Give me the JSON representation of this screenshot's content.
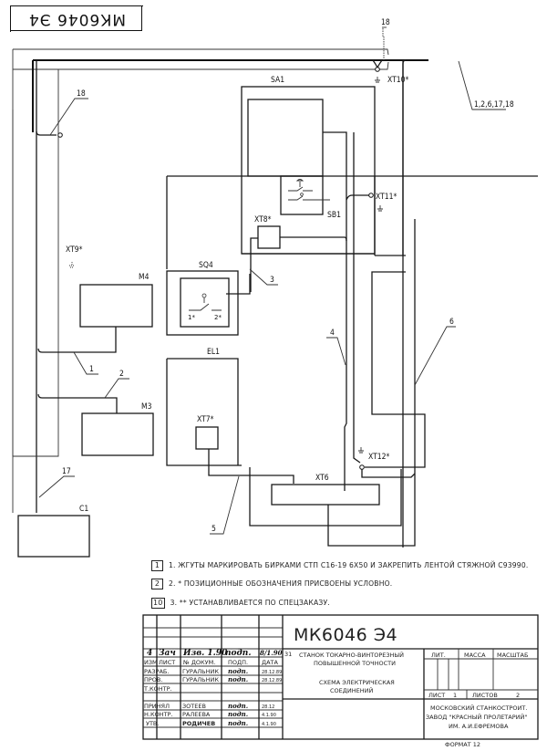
{
  "stamp": {
    "text": "МК6046  Э4",
    "orientation": "upside-down"
  },
  "components": {
    "SA1": "SA1",
    "SB1": "SB1",
    "SQ4": "SQ4",
    "M4": "M4",
    "M3": "M3",
    "EL1": "EL1",
    "C1": "C1",
    "XT6": "XT6",
    "XT7": "XT7*",
    "XT8": "XT8*",
    "XT9": "XT9*",
    "XT10": "XT10*",
    "XT11": "XT11*",
    "XT12": "XT12*",
    "SQ4_pin1": "1*",
    "SQ4_pin2": "2*"
  },
  "wire_labels": {
    "w1": "1",
    "w2": "2",
    "w3": "3",
    "w4": "4",
    "w5": "5",
    "w6": "6",
    "w17": "17",
    "w18_top": "18",
    "w18_left": "18",
    "bundle": "1,2,6,17,18"
  },
  "notes": [
    {
      "marker": "1",
      "text": "1. ЖГУТЫ МАРКИРОВАТЬ БИРКАМИ СТП С16-19 6Х50 И ЗАКРЕПИТЬ ЛЕНТОЙ СТЯЖНОЙ С93990."
    },
    {
      "marker": "2",
      "text": "2. * ПОЗИЦИОННЫЕ ОБОЗНАЧЕНИЯ ПРИСВОЕНЫ УСЛОВНО."
    },
    {
      "marker": "10",
      "text": "3. ** УСТАНАВЛИВАЕТСЯ ПО СПЕЦЗАКАЗУ."
    }
  ],
  "title_block": {
    "designation": "МК6046  Э4",
    "product_name_line1": "СТАНОК ТОКАРНО-ВИНТОРЕЗНЫЙ",
    "product_name_line2": "ПОВЫШЕННОЙ ТОЧНОСТИ",
    "doc_name_line1": "СХЕМА ЭЛЕКТРИЧЕСКАЯ",
    "doc_name_line2": "СОЕДИНЕНИЙ",
    "change_index": "31",
    "revision_row": {
      "izm": "4",
      "list": "Зач",
      "doc": "Изв. 1.90",
      "sign": "подп.",
      "date": "8/1.90"
    },
    "header_row": {
      "izm": "ИЗМ",
      "list": "ЛИСТ",
      "doc": "№ ДОКУМ.",
      "sign": "ПОДП.",
      "date": "ДАТА"
    },
    "roles": [
      {
        "role": "РАЗРАБ.",
        "name": "ГУРАЛЬНИК",
        "sign": "подп.",
        "date": "28.12.89"
      },
      {
        "role": "ПРОВ.",
        "name": "ГУРАЛЬНИК",
        "sign": "подп.",
        "date": "28.12.89"
      },
      {
        "role": "Т.КОНТР.",
        "name": "",
        "sign": "",
        "date": ""
      },
      {
        "role": "ПРИНЯЛ",
        "name": "ЗОТЕЕВ",
        "sign": "подп.",
        "date": "28.12"
      },
      {
        "role": "Н.КОНТР.",
        "name": "РАЛЕЕВА",
        "sign": "подп.",
        "date": "4.1.90"
      },
      {
        "role": "УТВ.",
        "name": "РОДИЧЕВ",
        "sign": "подп.",
        "date": "4.1.90"
      }
    ],
    "lit_label": "ЛИТ.",
    "mass_label": "МАССА",
    "scale_label": "МАСШТАБ",
    "sheet_label": "ЛИСТ",
    "sheet_value": "1",
    "sheets_label": "ЛИСТОВ",
    "sheets_value": "2",
    "org_line1": "МОСКОВСКИЙ СТАНКОСТРОИТ.",
    "org_line2": "ЗАВОД \"КРАСНЫЙ ПРОЛЕТАРИЙ\"",
    "org_line3": "ИМ. А.И.ЕФРЕМОВА",
    "format": "ФОРМАТ 12"
  }
}
